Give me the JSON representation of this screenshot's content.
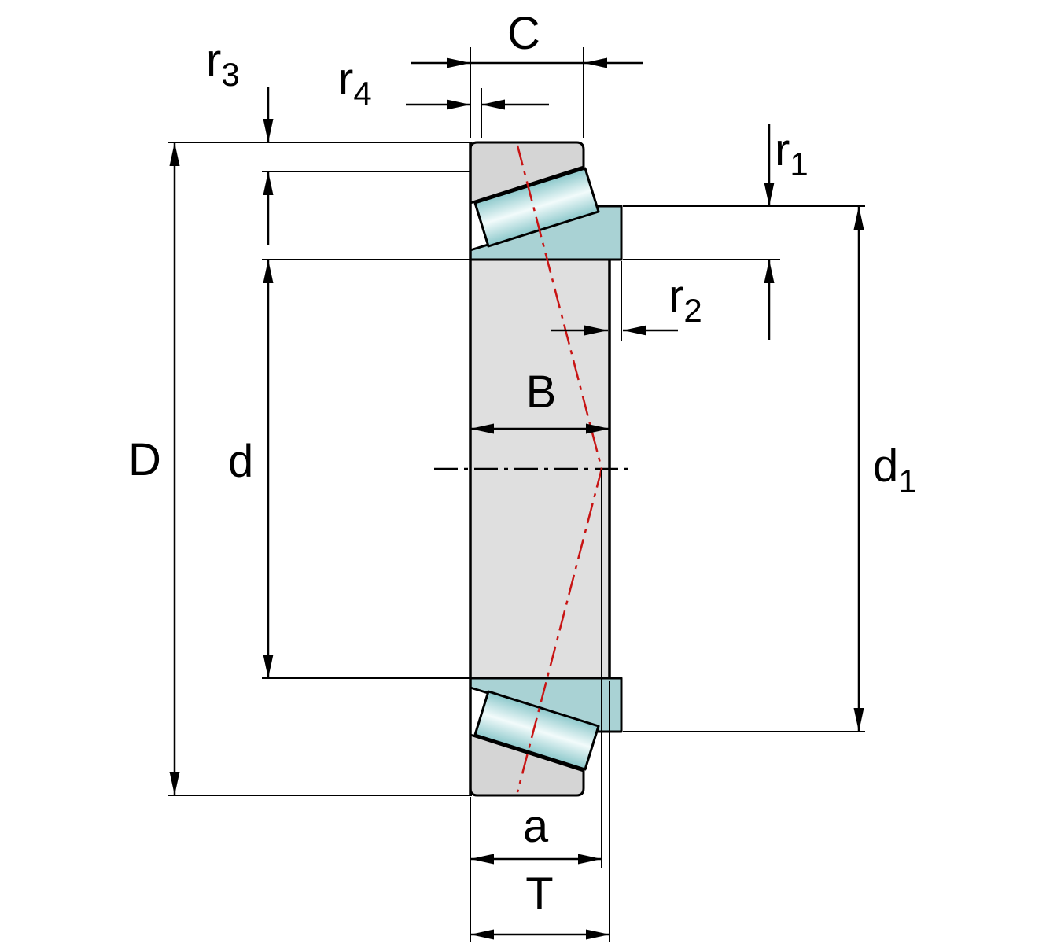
{
  "diagram": {
    "subject": "tapered-roller-bearing-cross-section-dimension-drawing",
    "labels": {
      "D": "D",
      "d": "d",
      "B": "B",
      "C": "C",
      "T": "T",
      "a": "a",
      "d1": {
        "base": "d",
        "sub": "1"
      },
      "r1": {
        "base": "r",
        "sub": "1"
      },
      "r2": {
        "base": "r",
        "sub": "2"
      },
      "r3": {
        "base": "r",
        "sub": "3"
      },
      "r4": {
        "base": "r",
        "sub": "4"
      }
    },
    "colors": {
      "background": "#ffffff",
      "outline": "#000000",
      "ring_fill": "#d5d5d5",
      "bore_fill": "#dfdfdf",
      "cone_fill": "#a9d2d4",
      "roller_fill": "#8cc8cb",
      "roller_highlight": "#f2fbfb",
      "pressure_line": "#c81414"
    }
  }
}
